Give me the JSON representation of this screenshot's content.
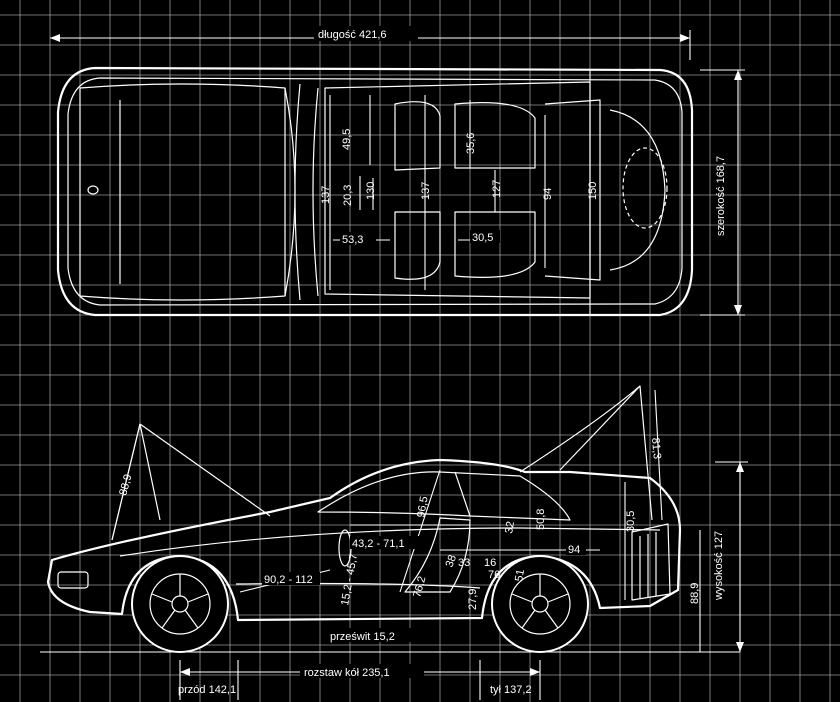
{
  "dimensions": {
    "length": "długość 421,6",
    "width": "szerokość 168,7",
    "height": "wysokość 127",
    "wheelbase": "rozstaw kół 235,1",
    "front_track": "przód 142,1",
    "rear_track": "tył 137,2",
    "ground_clearance": "prześwit 15,2"
  },
  "top_view": {
    "d_49_5": "49,5",
    "d_35_6": "35,6",
    "d_137_a": "137",
    "d_20_3": "20,3",
    "d_130": "130",
    "d_137_b": "137",
    "d_127": "127",
    "d_94": "94",
    "d_150": "150",
    "d_53_3": "53,3",
    "d_30_5": "30,5"
  },
  "side_view": {
    "d_88_9": "88,9",
    "d_81_3": "81,3",
    "d_96_5": "96,5",
    "d_43_2": "43,2 - 71,1",
    "d_90_2": "90,2 - 112",
    "d_15_2": "15,2 - 45,7",
    "d_76_2": "76,2",
    "d_38": "38",
    "d_33": "33",
    "d_16": "16",
    "d_27_9": "27,9",
    "d_76": "76",
    "d_51": "51",
    "d_32": "32",
    "d_50_8": "50,8",
    "d_30_5": "30,5",
    "d_94": "94",
    "d_88_9b": "88,9"
  }
}
